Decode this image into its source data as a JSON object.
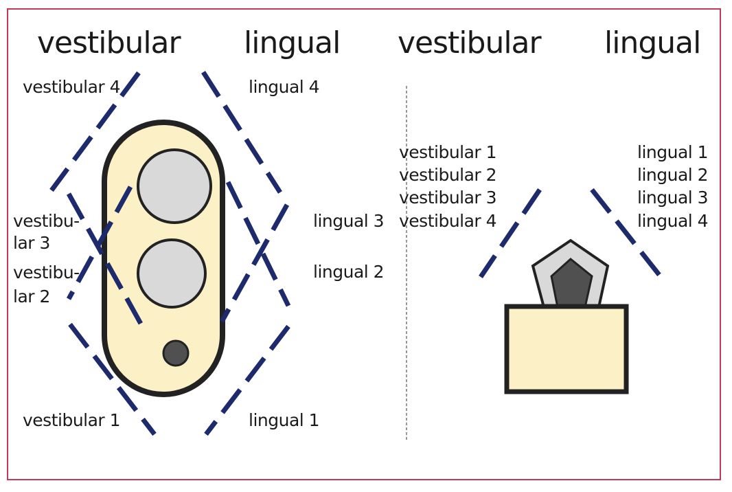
{
  "left_panel": {
    "header_vestibular": "vestibular",
    "header_lingual": "lingual",
    "labels": {
      "vestibular_4": "vestibular 4",
      "lingual_4": "lingual 4",
      "vestibular_3_line1": "vestibu-",
      "vestibular_3_line2": "lar 3",
      "vestibular_2_line1": "vestibu-",
      "vestibular_2_line2": "lar 2",
      "lingual_3": "lingual 3",
      "lingual_2": "lingual 2",
      "vestibular_1": "vestibular 1",
      "lingual_1": "lingual 1"
    }
  },
  "right_panel": {
    "header_vestibular": "vestibular",
    "header_lingual": "lingual",
    "vestibular_labels": [
      "vestibular 1",
      "vestibular 2",
      "vestibular 3",
      "vestibular 4"
    ],
    "lingual_labels": [
      "lingual 1",
      "lingual 2",
      "lingual 3",
      "lingual 4"
    ]
  },
  "colors": {
    "frame": "#c23a5a",
    "dash_line": "#1d2a6b",
    "fill_yellow": "#fbf0c6",
    "outline": "#222222",
    "circle_gray": "#d9d9d9",
    "dark_gray": "#505050"
  }
}
